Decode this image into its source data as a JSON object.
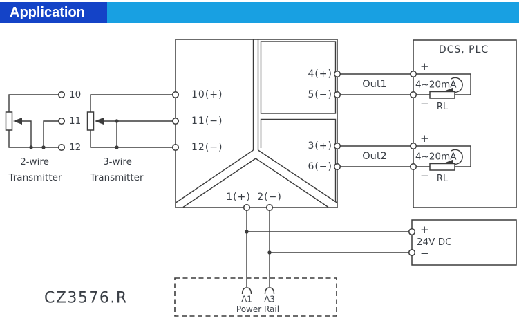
{
  "banner": {
    "title": "Application",
    "dark_color": "#1443c7",
    "light_color": "#18a0e2"
  },
  "model_label": "CZ3576.R",
  "two_wire": {
    "terminals": [
      "10",
      "11",
      "12"
    ],
    "caption_line1": "2-wire",
    "caption_line2": "Transmitter"
  },
  "three_wire": {
    "caption_line1": "3-wire",
    "caption_line2": "Transmitter"
  },
  "isolator": {
    "input_terminals": [
      "10(+)",
      "11(−)",
      "12(−)"
    ],
    "out1_terminals": [
      "4(+)",
      "5(−)"
    ],
    "out2_terminals": [
      "3(+)",
      "6(−)"
    ],
    "power_terminals": [
      "1(+)",
      "2(−)"
    ]
  },
  "outputs": {
    "out1": "Out1",
    "out2": "Out2"
  },
  "dcs_plc": {
    "title": "DCS, PLC",
    "loop1": {
      "plus": "+",
      "range": "4~20mA",
      "minus": "−",
      "load": "RL"
    },
    "loop2": {
      "plus": "+",
      "range": "4~20mA",
      "minus": "−",
      "load": "RL"
    }
  },
  "power_supply": {
    "plus": "+",
    "label": "24V DC",
    "minus": "−"
  },
  "power_rail": {
    "a1": "A1",
    "a3": "A3",
    "label": "Power Rail"
  },
  "diagram_colors": {
    "line": "#3c3c3c",
    "text": "#3a3f46"
  }
}
